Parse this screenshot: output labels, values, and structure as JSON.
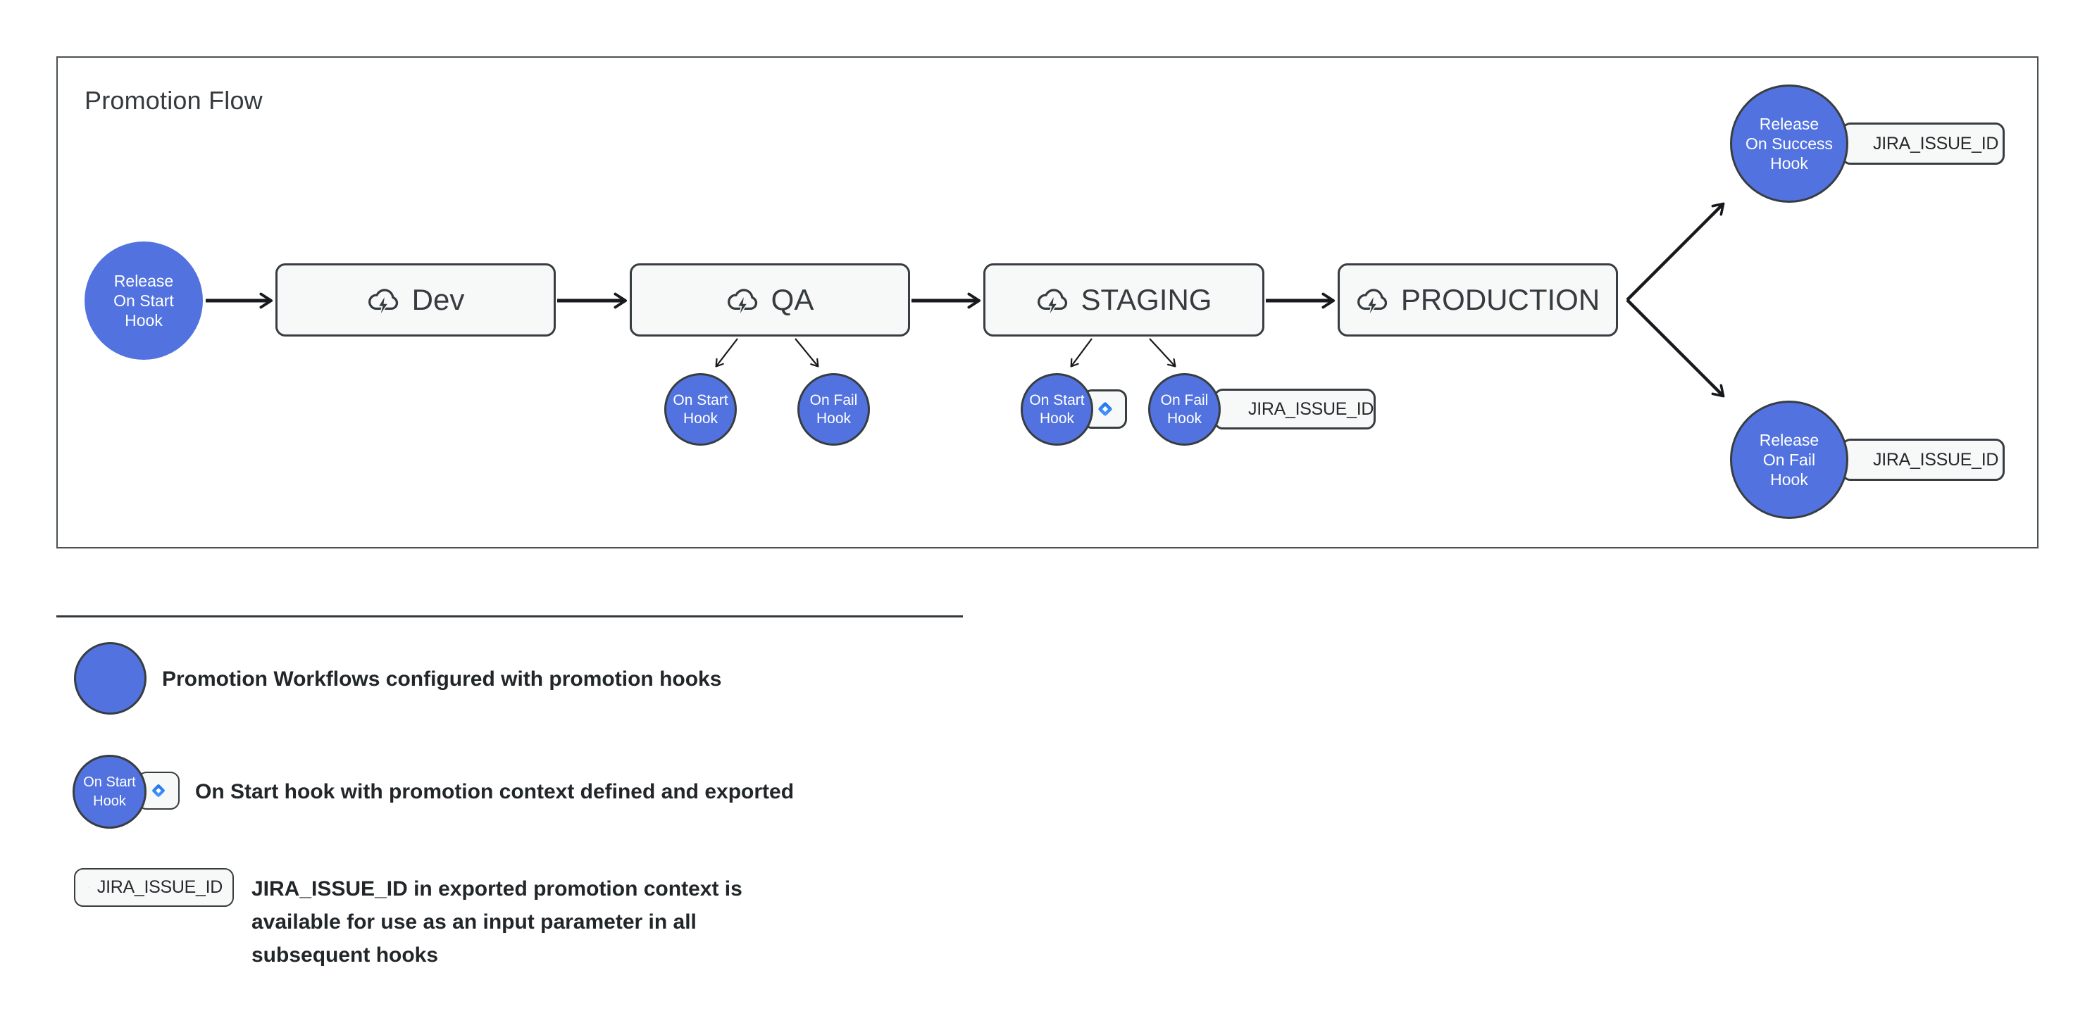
{
  "colors": {
    "node_blue": "#5273DF",
    "box_background": "#F7F9F9",
    "border_dark": "#383D41",
    "arrow_black": "#17191C",
    "text_dark": "#343A3E",
    "legend_text": "#212629",
    "jira_blue_dark": "#1D6FE8",
    "jira_blue_light": "#4D9BFF"
  },
  "icons": {
    "environment": "cloud-lightning-icon",
    "jira": "jira-diamond-icon"
  },
  "diagram": {
    "title": "Promotion Flow",
    "start_hook": {
      "label": "Release\nOn Start\nHook"
    },
    "stages": [
      {
        "label": "Dev"
      },
      {
        "label": "QA"
      },
      {
        "label": "STAGING"
      },
      {
        "label": "PRODUCTION"
      }
    ],
    "qa_hooks": [
      {
        "label": "On Start\nHook"
      },
      {
        "label": "On Fail\nHook"
      }
    ],
    "staging_hooks": [
      {
        "label": "On Start\nHook"
      },
      {
        "label": "On Fail\nHook",
        "badge": "JIRA_ISSUE_ID"
      }
    ],
    "success_hook": {
      "label": "Release\nOn Success\nHook",
      "badge": "JIRA_ISSUE_ID"
    },
    "fail_hook": {
      "label": "Release\nOn Fail\nHook",
      "badge": "JIRA_ISSUE_ID"
    }
  },
  "legend": {
    "workflow_item": {
      "text": "Promotion Workflows configured with promotion hooks"
    },
    "onstart_item": {
      "circle_label": "On Start\nHook",
      "text": "On Start hook with promotion context defined and exported"
    },
    "jira_item": {
      "badge_label": "JIRA_ISSUE_ID",
      "text": "JIRA_ISSUE_ID in exported promotion context is\navailable for use as an input parameter in all\nsubsequent hooks"
    }
  }
}
